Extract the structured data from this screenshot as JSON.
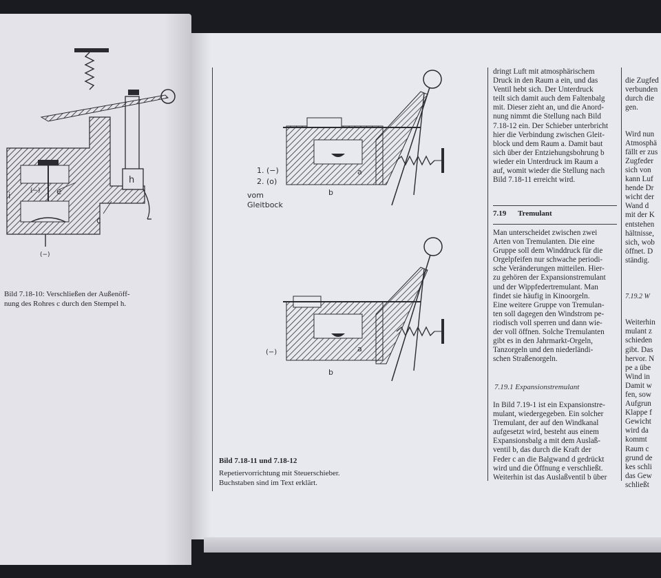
{
  "left_page": {
    "figure": {
      "labels": {
        "i": "i",
        "e": "e",
        "c": "c",
        "h": "h",
        "minus_top": "(−)",
        "minus_bottom": "(−)"
      }
    },
    "caption_line1": "Bild 7.18-10: Verschließen der Außenöff-",
    "caption_line2": "nung des Rohres c durch den Stempel h."
  },
  "right_page": {
    "figure_top": {
      "labels": {
        "line1": "1. (−)",
        "line2": "2. (o)",
        "vom": "vom",
        "gleitbock": "Gleitbock",
        "a": "a",
        "b": "b"
      }
    },
    "figure_bottom": {
      "labels": {
        "minus": "(−)",
        "a": "a",
        "b": "b"
      }
    },
    "caption_title": "Bild 7.18-11 und 7.18-12",
    "caption_line1": "Repetiervorrichtung mit Steuerschieber.",
    "caption_line2": "Buchstaben sind im Text erklärt.",
    "column_main": {
      "para_top": "dringt Luft mit atmosphärischem\nDruck in den Raum a ein, und das\nVentil hebt sich. Der Unterdruck\nteilt sich damit auch dem Faltenbalg\nmit. Dieser zieht an, und die Anord-\nnung nimmt die Stellung nach Bild\n7.18-12 ein. Der Schieber unterbricht\nhier die Verbindung zwischen Gleit-\nblock und dem Raum a. Damit baut\nsich über der Entziehungsbohrung b\nwieder ein Unterdruck im Raum a\nauf, womit wieder die Stellung nach\nBild 7.18-11 erreicht wird.",
      "section_number": "7.19",
      "section_title": "Tremulant",
      "para_mid1": "Man unterscheidet zwischen zwei\nArten von Tremulanten. Die eine\nGruppe soll dem Winddruck für die\nOrgelpfeifen nur schwache periodi-\nsche Veränderungen mitteilen. Hier-\nzu gehören der Expansionstremulant\nund der Wippfedertremulant. Man\nfindet sie häufig in Kinoorgeln.",
      "para_mid2": "Eine weitere Gruppe von Tremulan-\nten soll dagegen den Windstrom pe-\nriodisch voll sperren und dann wie-\nder voll öffnen. Solche Tremulanten\ngibt es in den Jahrmarkt-Orgeln,\nTanzorgeln und den niederländi-\nschen Straßenorgeln.",
      "subsection": "7.19.1  Expansionstremulant",
      "para_bottom": "In Bild 7.19-1 ist ein Expansionstre-\nmulant, wiedergegeben. Ein solcher\nTremulant, der auf den Windkanal\naufgesetzt wird, besteht aus einem\nExpansionsbalg a mit dem Auslaß-\nventil b, das durch die Kraft der\nFeder c an die Balgwand d gedrückt\nwird und die Öffnung e verschließt.\nWeiterhin ist das Auslaßventil b über"
    },
    "column_cut": {
      "block1": "die Zugfed\nverbunden\ndurch die\ngen.",
      "block2": "Wird nun\nAtmosphä\nfällt er zus\nZugfeder\nsich von\nkann Luf\nhende Dr\nwicht der\nWand d\nmit der K\nentstehen\nhältnisse,\nsich, wob\nöffnet. D\nständig.",
      "subsection": "7.19.2  W",
      "block3": "Weiterhin\nmulant z\nschieden\ngibt. Das\nhervor. N\npe a übe\nWind in\nDamit w\nfen, sow\nAufgrun\nKlappe f\nGewicht\nwird da\nkommt\nRaum c\ngrund de\nkes schli\ndas Gew\nschließt"
    }
  }
}
